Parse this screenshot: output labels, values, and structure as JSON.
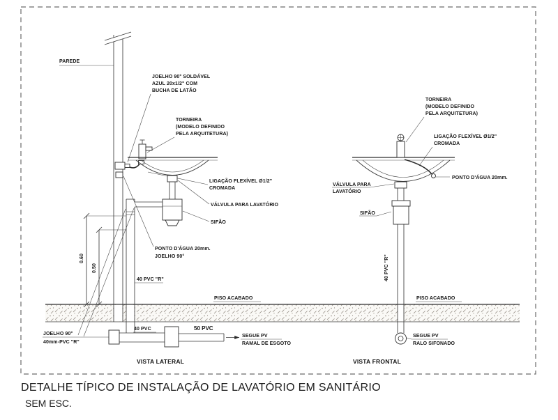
{
  "title": "DETALHE TÍPICO DE INSTALAÇÃO DE LAVATÓRIO EM SANITÁRIO",
  "scale_note": "SEM ESC.",
  "lateral": {
    "caption": "VISTA LATERAL",
    "labels": {
      "parede": "PAREDE",
      "joelho_soldavel": [
        "JOELHO 90° SOLDÁVEL",
        "AZUL 20x1/2\" COM",
        "BUCHA DE LATÃO"
      ],
      "torneira": [
        "TORNEIRA",
        "(MODELO DEFINIDO",
        "PELA ARQUITETURA)"
      ],
      "ligacao_flexivel": [
        "LIGAÇÃO FLEXÍVEL Ø1/2\"",
        "CROMADA"
      ],
      "valvula": "VÁLVULA PARA LAVATÓRIO",
      "sifao": "SIFÃO",
      "ponto_dagua": [
        "PONTO D'ÁGUA 20mm.",
        "JOELHO 90°"
      ],
      "pvc_40_r": "40 PVC \"R\"",
      "piso_acabado": "PISO ACABADO",
      "joelho_90": [
        "JOELHO 90°",
        "40mm-PVC \"R\""
      ],
      "pvc_40": "40 PVC",
      "pvc_50": "50 PVC",
      "segue_pv": [
        "SEGUE PV",
        "RAMAL DE ESGOTO"
      ],
      "dim_060": "0.60",
      "dim_050": "0.50"
    }
  },
  "frontal": {
    "caption": "VISTA FRONTAL",
    "labels": {
      "torneira": [
        "TORNEIRA",
        "(MODELO DEFINIDO",
        "PELA ARQUITETURA)"
      ],
      "ligacao_flexivel": [
        "LIGAÇÃO FLEXÍVEL Ø1/2\"",
        "CROMADA"
      ],
      "ponto_dagua": "PONTO D'ÁGUA 20mm.",
      "valvula": [
        "VÁLVULA PARA",
        "LAVATÓRIO"
      ],
      "sifao": "SIFÃO",
      "pvc_40_r": "40 PVC \"R\"",
      "piso_acabado": "PISO ACABADO",
      "segue_pv": [
        "SEGUE PV",
        "RALO SIFONADO"
      ]
    }
  }
}
